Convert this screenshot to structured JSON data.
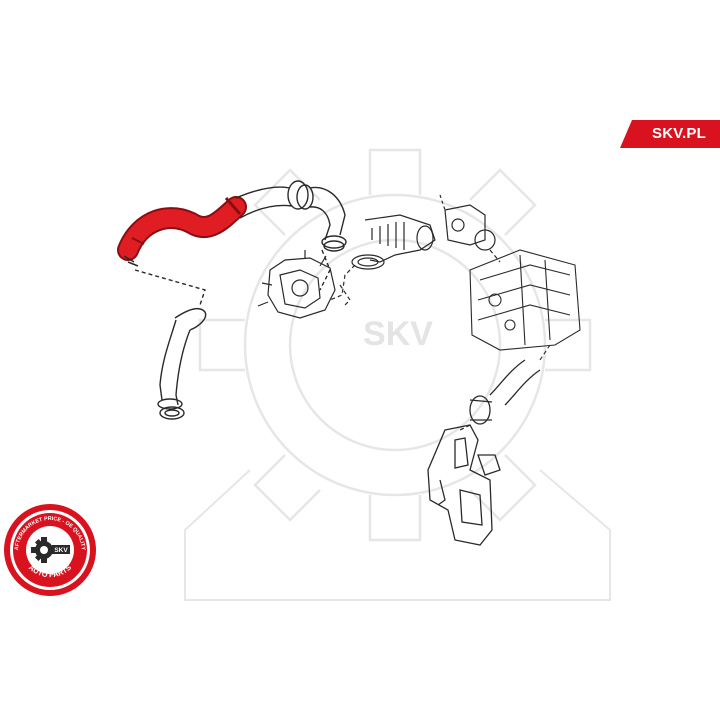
{
  "brand": {
    "label": "SKV.PL",
    "color": "#d8121e"
  },
  "watermark": {
    "label": "SKV"
  },
  "seal": {
    "top_text": "AFTERMARKET PRICE - OE QUALITY",
    "bottom_text": "AUTO PARTS",
    "center_text": "SKV",
    "color": "#d8121e"
  },
  "colors": {
    "highlight_hose": "#e11d24",
    "line_art": "#2a2a2a",
    "watermark": "#e6e6e6"
  },
  "icons": {
    "logo": "gear-seal-icon",
    "highlighted_part": "intake-hose"
  }
}
